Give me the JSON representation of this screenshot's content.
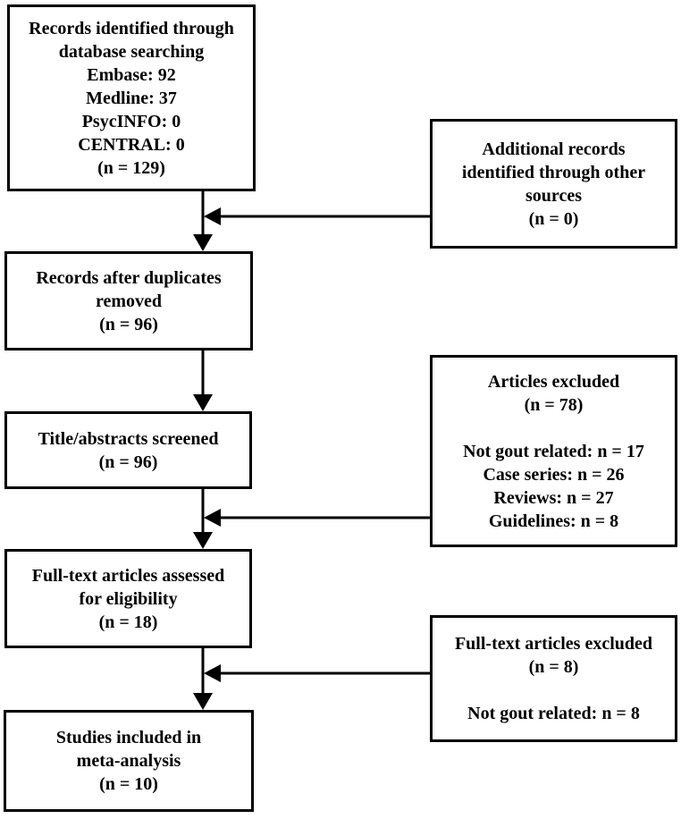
{
  "diagram": {
    "kind": "prisma-flow-diagram",
    "background_color": "#ffffff",
    "line_color": "#000000",
    "boxes": {
      "identified": {
        "text": "Records identified through\ndatabase searching\nEmbase: 92\nMedline: 37\nPsycINFO: 0\nCENTRAL: 0\n(n = 129)"
      },
      "additional": {
        "text": "Additional records\nidentified through other\nsources\n(n = 0)"
      },
      "duplicates_removed": {
        "text": "Records after duplicates\nremoved\n(n = 96)"
      },
      "screened": {
        "text": "Title/abstracts screened\n(n = 96)"
      },
      "articles_excluded": {
        "text": "Articles excluded\n(n = 78)\n\nNot gout related: n = 17\nCase series: n = 26\nReviews: n = 27\nGuidelines: n = 8"
      },
      "fulltext_assessed": {
        "text": "Full-text articles assessed\nfor eligibility\n(n = 18)"
      },
      "fulltext_excluded": {
        "text": "Full-text articles excluded\n(n = 8)\n\nNot gout related: n = 8"
      },
      "included": {
        "text": "Studies included in\nmeta-analysis\n(n = 10)"
      }
    }
  }
}
